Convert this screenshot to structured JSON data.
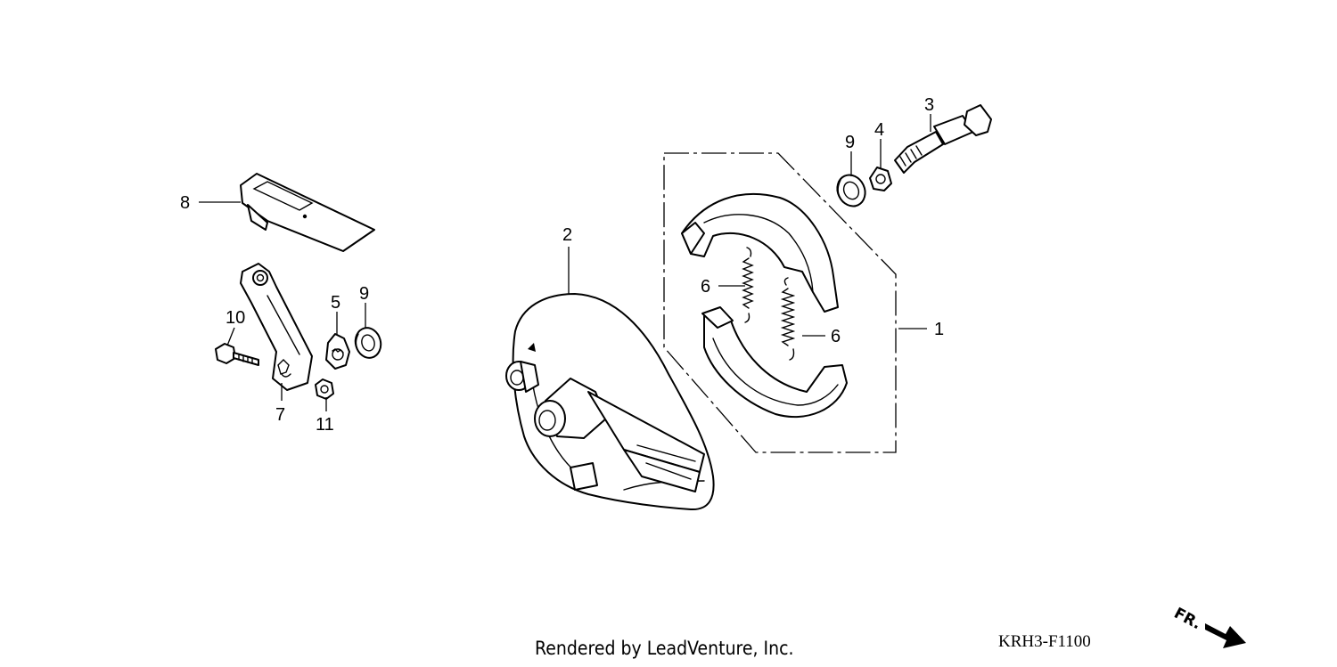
{
  "diagram": {
    "callouts": {
      "c1": "1",
      "c2": "2",
      "c3": "3",
      "c4": "4",
      "c5": "5",
      "c6a": "6",
      "c6b": "6",
      "c7": "7",
      "c8": "8",
      "c9a": "9",
      "c9b": "9",
      "c10": "10",
      "c11": "11"
    },
    "direction_label": "FR.",
    "credit": "Rendered by LeadVenture, Inc.",
    "diagram_code": "KRH3-F1100"
  }
}
